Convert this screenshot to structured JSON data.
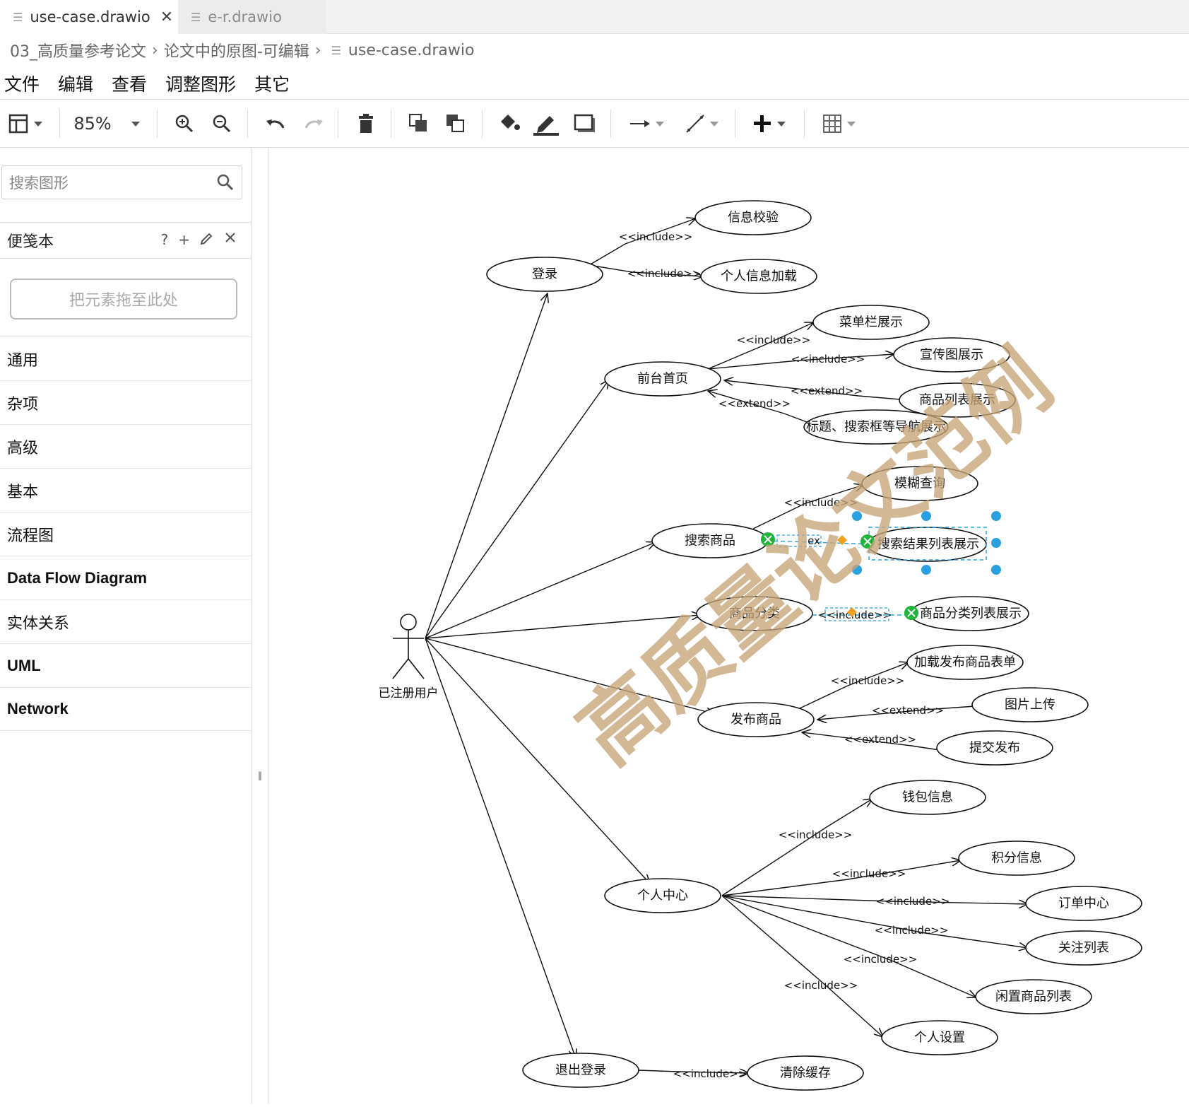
{
  "tabs": [
    {
      "label": "use-case.drawio",
      "close": "✕"
    },
    {
      "label": "e-r.drawio"
    }
  ],
  "breadcrumb": {
    "part1": "03_高质量参考论文",
    "part2": "论文中的原图-可编辑",
    "file": "use-case.drawio"
  },
  "menu": [
    "文件",
    "编辑",
    "查看",
    "调整图形",
    "其它"
  ],
  "toolbar": {
    "zoom": "85%"
  },
  "sidebar": {
    "search_placeholder": "搜索图形",
    "scratchpad_title": "便笺本",
    "scratchpad_help": "?",
    "scratchpad_add": "+",
    "dropzone": "把元素拖至此处",
    "categories": [
      "通用",
      "杂项",
      "高级",
      "基本",
      "流程图",
      "Data Flow Diagram",
      "实体关系",
      "UML",
      "Network"
    ]
  },
  "diagram": {
    "actor": "已注册用户",
    "usecases": {
      "login": "登录",
      "verify": "信息校验",
      "load_profile": "个人信息加载",
      "home": "前台首页",
      "menu_show": "菜单栏展示",
      "banner_show": "宣传图展示",
      "product_list_show": "商品列表展示",
      "nav_show": "标题、搜索框等导航展示",
      "search": "搜索商品",
      "fuzzy": "模糊查询",
      "search_result": "搜索结果列表展示",
      "category": "商品分类",
      "category_list": "商品分类列表展示",
      "publish": "发布商品",
      "load_form": "加载发布商品表单",
      "upload_img": "图片上传",
      "submit": "提交发布",
      "center": "个人中心",
      "wallet": "钱包信息",
      "points": "积分信息",
      "orders": "订单中心",
      "follows": "关注列表",
      "idle_list": "闲置商品列表",
      "settings": "个人设置",
      "logout": "退出登录",
      "clear_cache": "清除缓存"
    },
    "labels": {
      "include": "<<include>>",
      "extend": "<<extend>>",
      "ext_fragment": "ex"
    },
    "watermark": "高质量论文范例"
  }
}
